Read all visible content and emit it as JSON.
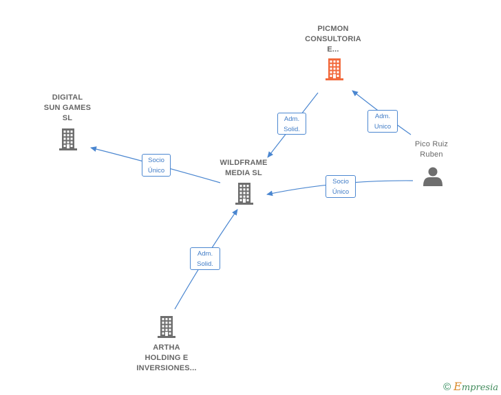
{
  "colors": {
    "edge": "#4a86d0",
    "company_icon": "#6e6e6e",
    "highlight_icon": "#f26a3d",
    "person_icon": "#6e6e6e",
    "label_text": "#666666"
  },
  "nodes": [
    {
      "id": "picmon",
      "label": "PICMON\nCONSULTORIA\nE...",
      "icon": "building-icon",
      "highlight": true
    },
    {
      "id": "digital",
      "label": "DIGITAL\nSUN GAMES\nSL",
      "icon": "building-icon",
      "highlight": false
    },
    {
      "id": "wildframe",
      "label": "WILDFRAME\nMEDIA  SL",
      "icon": "building-icon",
      "highlight": false
    },
    {
      "id": "pico",
      "label": "Pico Ruiz\nRuben",
      "icon": "person-icon",
      "highlight": false
    },
    {
      "id": "artha",
      "label": "ARTHA\nHOLDING E\nINVERSIONES...",
      "icon": "building-icon",
      "highlight": false
    }
  ],
  "edges": [
    {
      "id": "picmon-wildframe",
      "from": "picmon",
      "to": "wildframe",
      "label": "Adm.\nSolid."
    },
    {
      "id": "pico-picmon",
      "from": "pico",
      "to": "picmon",
      "label": "Adm.\nUnico"
    },
    {
      "id": "wildframe-digital",
      "from": "wildframe",
      "to": "digital",
      "label": "Socio\nÚnico"
    },
    {
      "id": "pico-wildframe",
      "from": "pico",
      "to": "wildframe",
      "label": "Socio\nÚnico"
    },
    {
      "id": "artha-wildframe",
      "from": "artha",
      "to": "wildframe",
      "label": "Adm.\nSolid."
    }
  ],
  "footer": {
    "copyright": "©",
    "brand_initial": "E",
    "brand_rest": "mpresia"
  }
}
